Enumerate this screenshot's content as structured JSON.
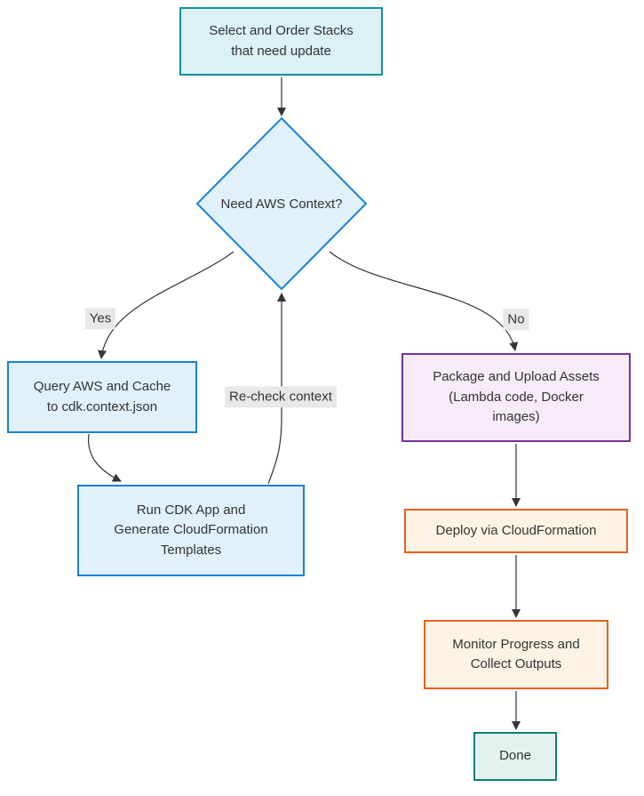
{
  "diagram": {
    "type": "flowchart",
    "nodes": {
      "select": {
        "label": "Select and Order Stacks\nthat need update",
        "shape": "rect",
        "fill": "#dbf1f4",
        "stroke": "#12919b"
      },
      "decision": {
        "label": "Need AWS Context?",
        "shape": "diamond",
        "fill": "#e1f1fc",
        "stroke": "#1a80d9"
      },
      "query": {
        "label": "Query AWS and Cache\nto cdk.context.json",
        "shape": "rect",
        "fill": "#e0f1fc",
        "stroke": "#1a80d9"
      },
      "runcdk": {
        "label": "Run CDK App and\nGenerate CloudFormation\nTemplates",
        "shape": "rect",
        "fill": "#e0f1fc",
        "stroke": "#1a80d9"
      },
      "package": {
        "label": "Package and Upload Assets\n(Lambda code, Docker\nimages)",
        "shape": "rect",
        "fill": "#f6ecf8",
        "stroke": "#7a2f9e"
      },
      "deploy": {
        "label": "Deploy via CloudFormation",
        "shape": "rect",
        "fill": "#fdf3e4",
        "stroke": "#e8611f"
      },
      "monitor": {
        "label": "Monitor Progress and\nCollect Outputs",
        "shape": "rect",
        "fill": "#fdf3e4",
        "stroke": "#e8611f"
      },
      "done": {
        "label": "Done",
        "shape": "rect",
        "fill": "#e3f1ef",
        "stroke": "#0e7f6e"
      }
    },
    "edge_labels": {
      "yes": "Yes",
      "no": "No",
      "recheck": "Re-check context"
    },
    "edges": [
      {
        "from": "select",
        "to": "decision"
      },
      {
        "from": "decision",
        "to": "query",
        "label": "Yes"
      },
      {
        "from": "decision",
        "to": "package",
        "label": "No"
      },
      {
        "from": "query",
        "to": "runcdk"
      },
      {
        "from": "runcdk",
        "to": "decision",
        "label": "Re-check context"
      },
      {
        "from": "package",
        "to": "deploy"
      },
      {
        "from": "deploy",
        "to": "monitor"
      },
      {
        "from": "monitor",
        "to": "done"
      }
    ],
    "colors": {
      "background": "#ffffff",
      "edge": "#333333",
      "edge_label_background": "#e8e8e8",
      "text": "#333333"
    }
  }
}
